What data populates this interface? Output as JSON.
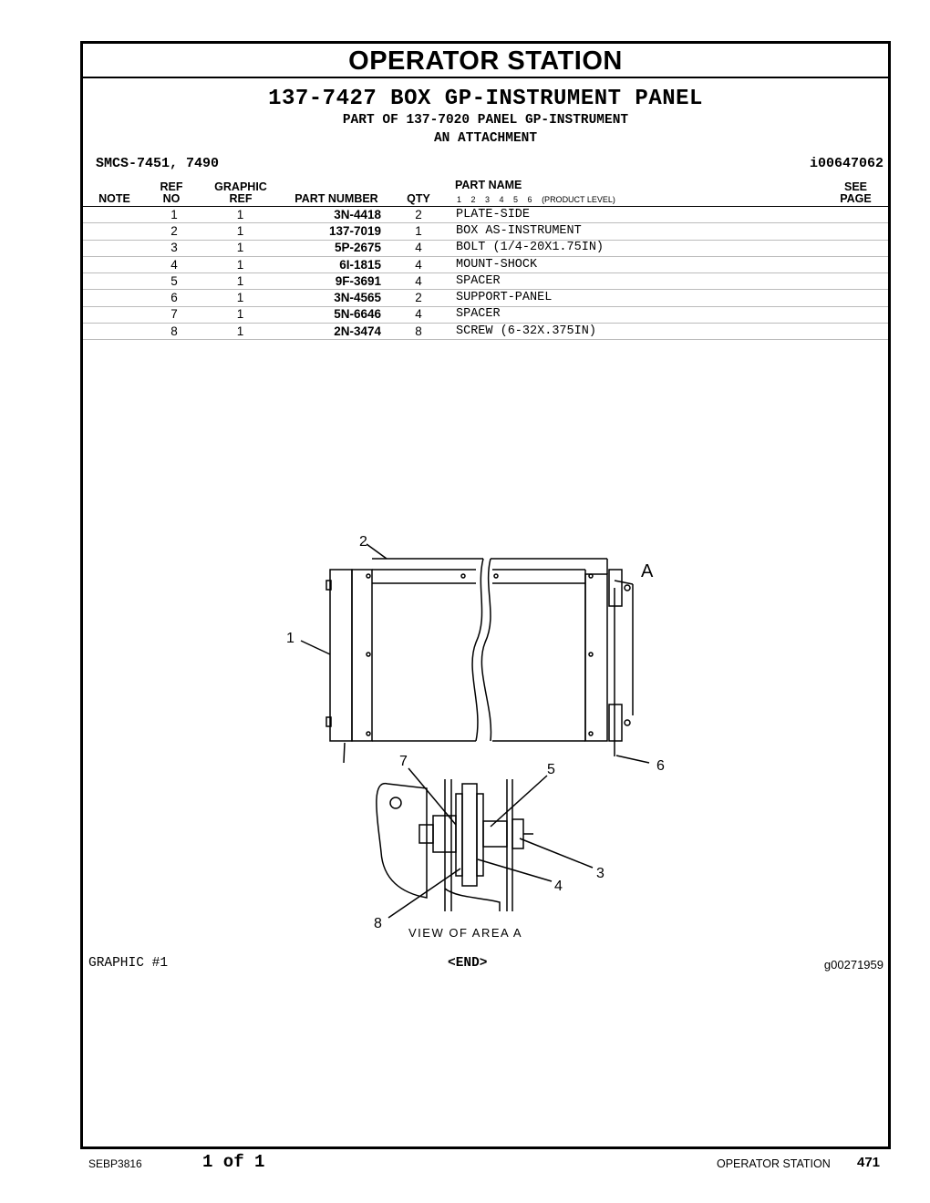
{
  "header": {
    "section_title": "OPERATOR STATION",
    "assembly_title": "137-7427 BOX GP-INSTRUMENT PANEL",
    "part_of": "PART OF 137-7020 PANEL GP-INSTRUMENT",
    "attachment": "AN ATTACHMENT",
    "smcs": "SMCS-7451, 7490",
    "illustration_id": "i00647062"
  },
  "columns": {
    "note": "NOTE",
    "ref_top": "REF",
    "ref_bottom": "NO",
    "graphic_top": "GRAPHIC",
    "graphic_bottom": "REF",
    "part_number": "PART NUMBER",
    "qty": "QTY",
    "part_name": "PART NAME",
    "levels": "1 2 3 4 5 6",
    "product_level": "(PRODUCT LEVEL)",
    "see_top": "SEE",
    "see_bottom": "PAGE"
  },
  "parts": [
    {
      "note": "",
      "ref": "1",
      "graphic": "1",
      "part_number": "3N-4418",
      "qty": "2",
      "name": "PLATE-SIDE",
      "see": ""
    },
    {
      "note": "",
      "ref": "2",
      "graphic": "1",
      "part_number": "137-7019",
      "qty": "1",
      "name": "BOX AS-INSTRUMENT",
      "see": ""
    },
    {
      "note": "",
      "ref": "3",
      "graphic": "1",
      "part_number": "5P-2675",
      "qty": "4",
      "name": "BOLT (1/4-20X1.75IN)",
      "see": ""
    },
    {
      "note": "",
      "ref": "4",
      "graphic": "1",
      "part_number": "6I-1815",
      "qty": "4",
      "name": "MOUNT-SHOCK",
      "see": ""
    },
    {
      "note": "",
      "ref": "5",
      "graphic": "1",
      "part_number": "9F-3691",
      "qty": "4",
      "name": "SPACER",
      "see": ""
    },
    {
      "note": "",
      "ref": "6",
      "graphic": "1",
      "part_number": "3N-4565",
      "qty": "2",
      "name": "SUPPORT-PANEL",
      "see": ""
    },
    {
      "note": "",
      "ref": "7",
      "graphic": "1",
      "part_number": "5N-6646",
      "qty": "4",
      "name": "SPACER",
      "see": ""
    },
    {
      "note": "",
      "ref": "8",
      "graphic": "1",
      "part_number": "2N-3474",
      "qty": "8",
      "name": "SCREW (6-32X.375IN)",
      "see": ""
    }
  ],
  "drawing": {
    "callouts": [
      "1",
      "2",
      "3",
      "4",
      "5",
      "6",
      "7",
      "8"
    ],
    "area_label": "A",
    "view_label": "VIEW OF AREA A"
  },
  "graphic": {
    "label": "GRAPHIC #1",
    "end": "<END>",
    "graphic_id": "g00271959"
  },
  "footer": {
    "doc_number": "SEBP3816",
    "page_of": "1 of 1",
    "section": "OPERATOR STATION",
    "page_number": "471"
  }
}
